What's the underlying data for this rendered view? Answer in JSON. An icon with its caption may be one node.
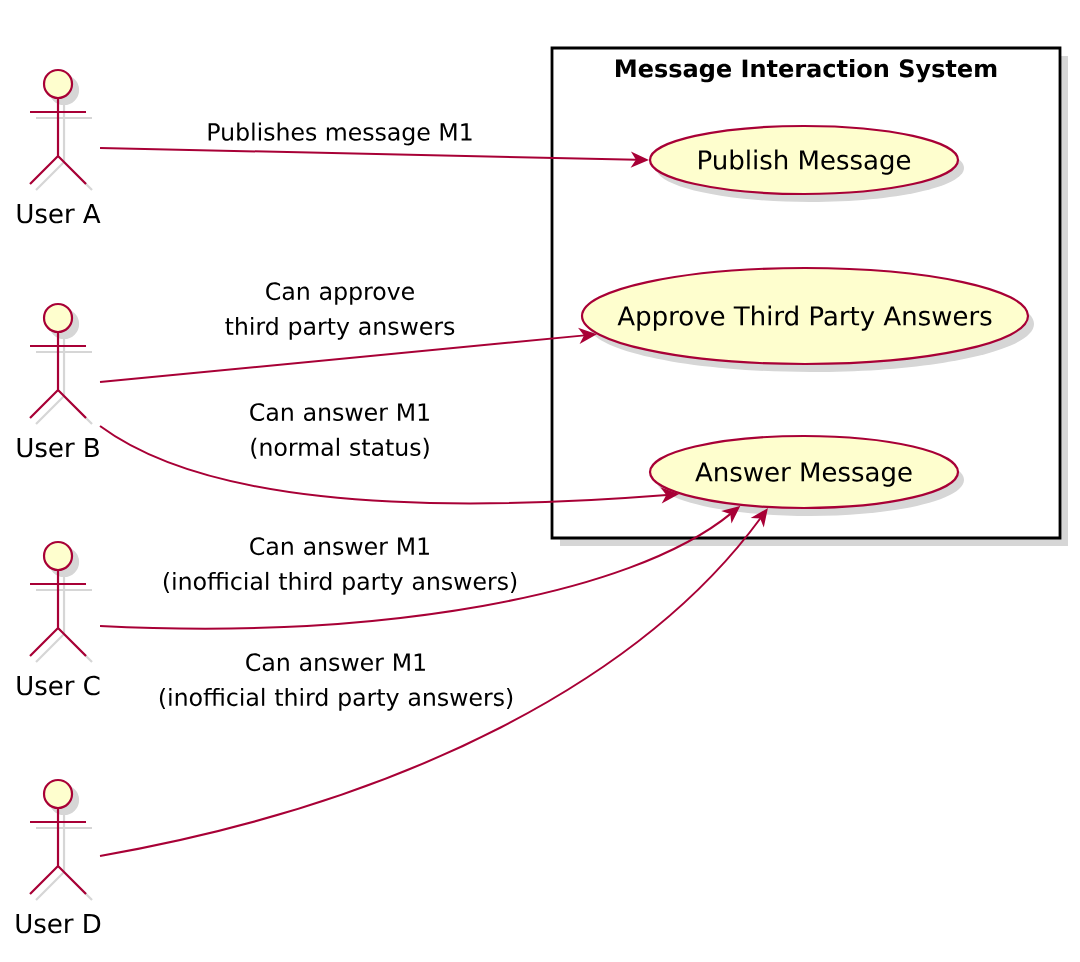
{
  "diagram": {
    "nodes": [
      {
        "text": [
          "User A"
        ]
      },
      {
        "text": [
          "User B"
        ]
      },
      {
        "text": [
          "User C"
        ]
      },
      {
        "text": [
          "User D"
        ]
      },
      {
        "text": [
          "Message Interaction System"
        ]
      },
      {
        "text": [
          "Publish Message"
        ],
        "in": 4
      },
      {
        "text": [
          "Approve Third Party Answers"
        ],
        "in": 4
      },
      {
        "text": [
          "Answer Message"
        ],
        "in": 4
      }
    ],
    "edges": [
      {
        "from": 0,
        "to": 5,
        "arrow": "to",
        "label": "Publishes message M1"
      },
      {
        "from": 1,
        "to": 6,
        "arrow": "to",
        "label": "Can approve third party answers"
      },
      {
        "from": 1,
        "to": 7,
        "arrow": "to",
        "label": "Can answer M1 (normal status)"
      },
      {
        "from": 2,
        "to": 7,
        "arrow": "to",
        "label": "Can answer M1 (inofficial third party answers)"
      },
      {
        "from": 3,
        "to": 7,
        "arrow": "to",
        "label": "Can answer M1 (inofficial third party answers)"
      }
    ]
  }
}
